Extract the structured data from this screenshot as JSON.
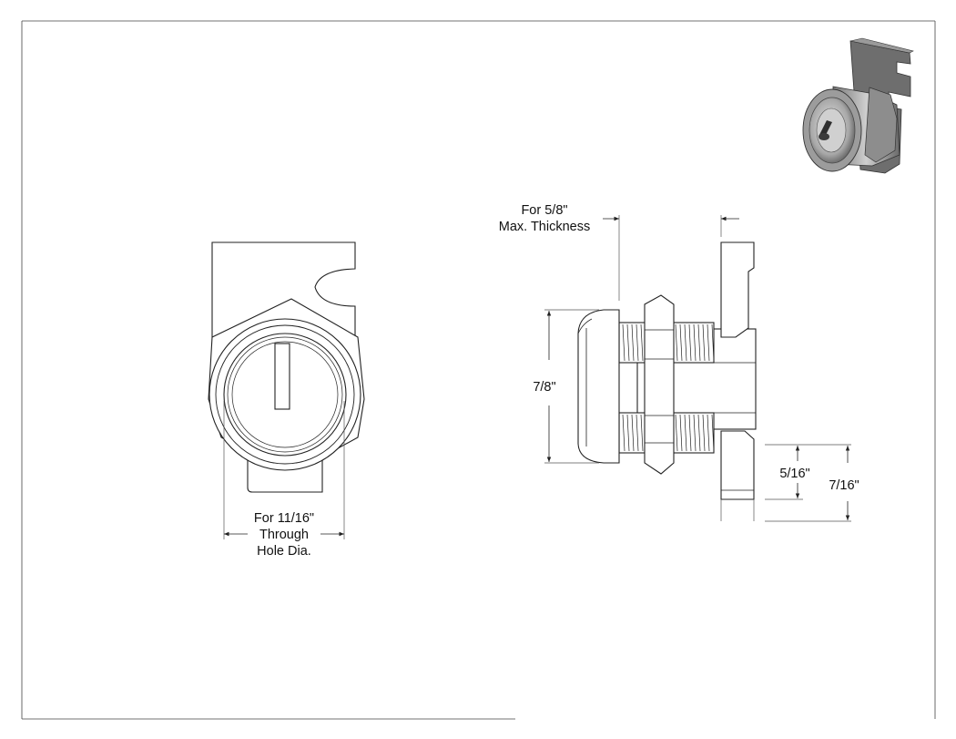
{
  "front_view": {
    "through_hole_label": [
      "For 11/16\"",
      "Through",
      "Hole Dia."
    ]
  },
  "side_view": {
    "thickness_label": [
      "For 5/8\"",
      "Max. Thickness"
    ],
    "height_dim": "7/8\"",
    "cam_inner_dim": "5/16\"",
    "cam_outer_dim": "7/16\""
  },
  "colors": {
    "line": "#222222",
    "thin_line": "#555555",
    "shade_light": "#d9d9d9",
    "shade_mid": "#9a9a9a",
    "shade_dark": "#4a4a4a"
  },
  "icons": {
    "iso_thumbnail": "cam-lock-3d-icon"
  }
}
